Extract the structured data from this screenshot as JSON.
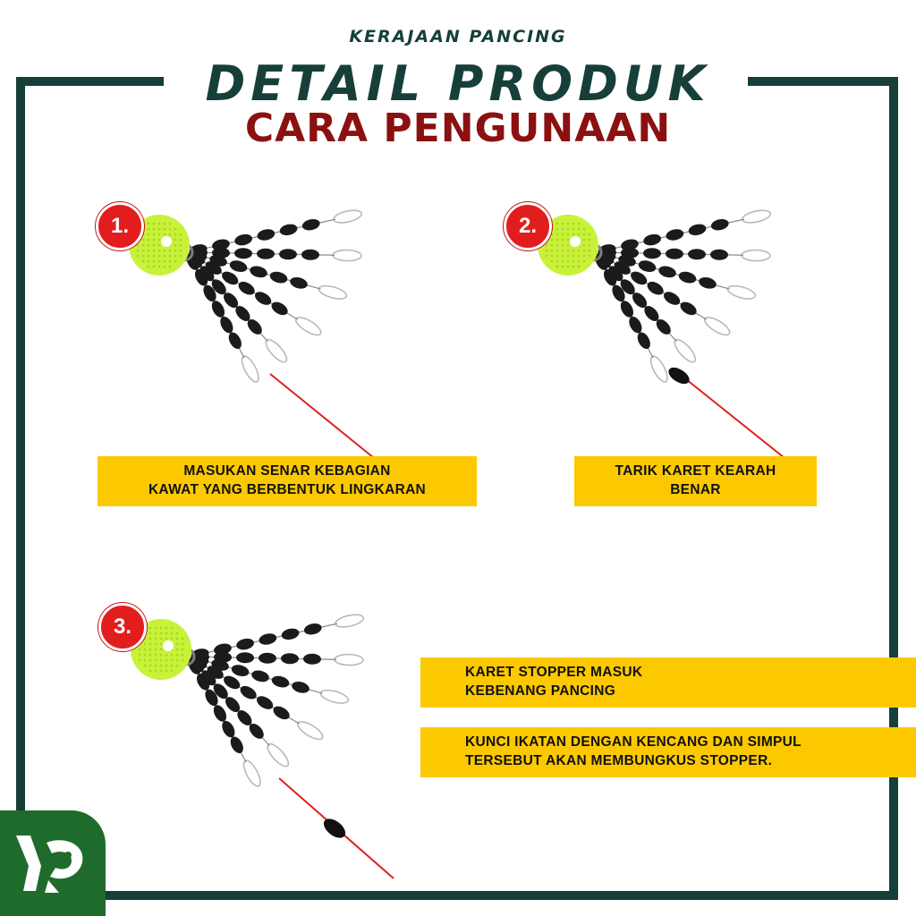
{
  "header": {
    "brand": "KERAJAAN PANCING",
    "title": "DETAIL PRODUK",
    "subtitle": "CARA PENGUNAAN"
  },
  "steps": [
    {
      "number": "1.",
      "caption_lines": [
        "MASUKAN SENAR KEBAGIAN",
        "KAWAT YANG BERBENTUK LINGKARAN"
      ]
    },
    {
      "number": "2.",
      "caption_lines": [
        "TARIK KARET KEARAH",
        "BENAR"
      ]
    },
    {
      "number": "3.",
      "caption_lines": [
        "KARET STOPPER MASUK",
        "KEBENANG PANCING"
      ],
      "caption2_lines": [
        "KUNCI IKATAN DENGAN KENCANG DAN SIMPUL",
        "TERSEBUT AKAN MEMBUNGKUS STOPPER."
      ]
    }
  ],
  "colors": {
    "frame": "#173f3a",
    "title": "#173f3a",
    "subtitle": "#8b1010",
    "badge": "#e21d1d",
    "caption_bg": "#fcc900",
    "float": "#c8f23a",
    "bead": "#1b1b1b",
    "line": "#e0201d",
    "logo_bg": "#1f6b2c"
  },
  "icons": {
    "float": "fishing-float-icon",
    "logo": "kerajaan-pancing-logo-icon"
  }
}
